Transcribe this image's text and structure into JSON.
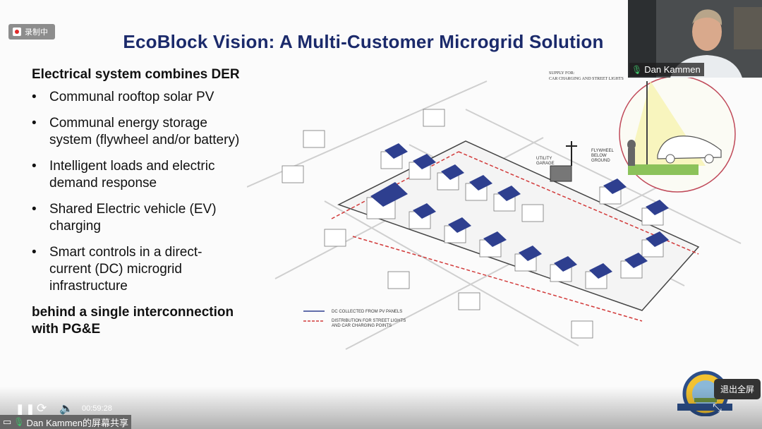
{
  "recording_badge": "录制中",
  "slide": {
    "title": "EcoBlock Vision: A Multi-Customer Microgrid Solution",
    "heading": "Electrical system combines DER",
    "bullets": [
      "Communal rooftop solar PV",
      "Communal energy storage system (flywheel and/or battery)",
      "Intelligent loads and electric demand response",
      "Shared Electric vehicle (EV) charging",
      "Smart controls in a direct-current (DC) microgrid infrastructure"
    ],
    "footer": "behind a single interconnection with PG&E",
    "diagram": {
      "supply_label_1": "SUPPLY FOR:",
      "supply_label_2": "CAR CHARGING AND STREET LIGHTS",
      "utility_label_1": "UTILITY",
      "utility_label_2": "GARAGE",
      "flywheel_label_1": "FLYWHEEL",
      "flywheel_label_2": "BELOW",
      "flywheel_label_3": "GROUND",
      "legend_dc": "DC COLLECTED FROM PV PANELS",
      "legend_dist_1": "DISTRIBUTION FOR STREET LIGHTS",
      "legend_dist_2": "AND CAR CHARGING POINTS"
    }
  },
  "video": {
    "participant_name": "Dan Kammen"
  },
  "player": {
    "time": "00:59:28",
    "share_label": "Dan Kammen的屏幕共享",
    "exit_fullscreen_tooltip": "退出全屏"
  },
  "colors": {
    "title": "#1b2a6b",
    "solar_panel": "#2e3f8f",
    "dist_line": "#d23a3a"
  }
}
